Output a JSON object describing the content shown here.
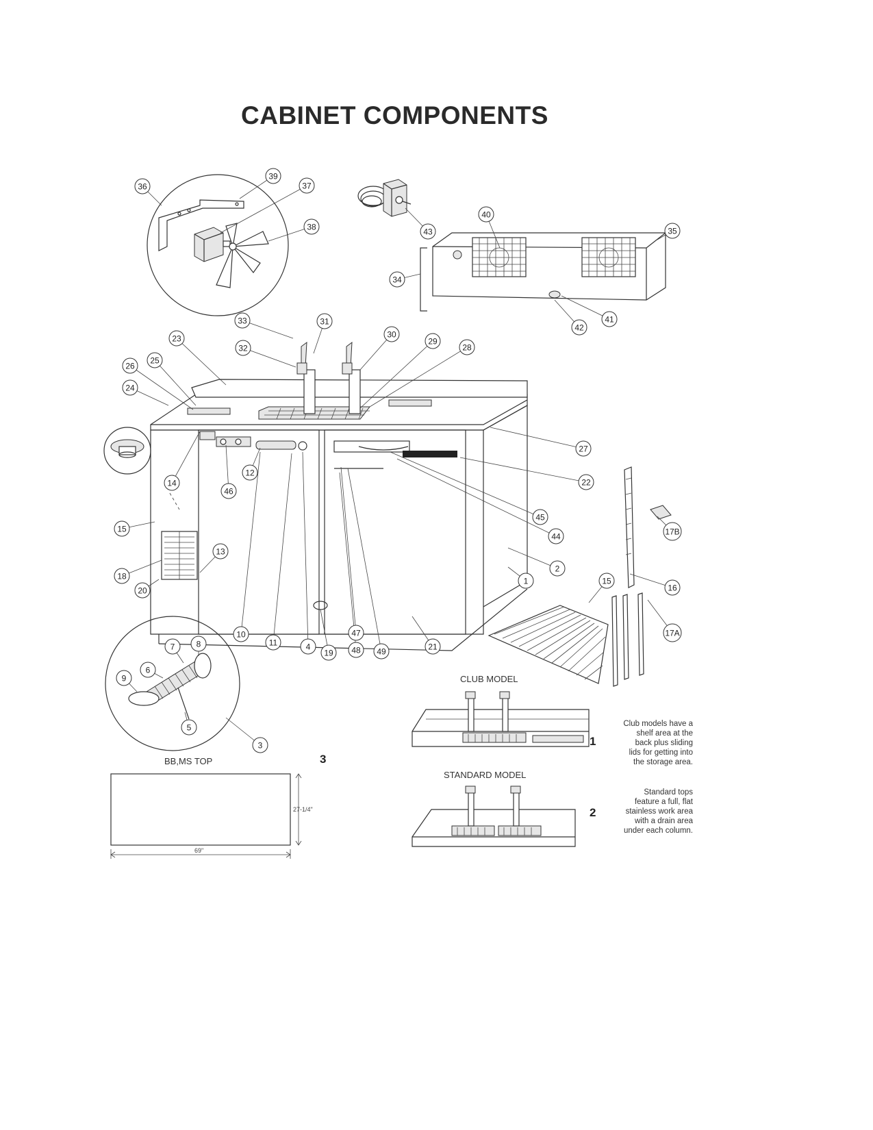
{
  "title": "CABINET COMPONENTS",
  "callouts": [
    "1",
    "2",
    "3",
    "4",
    "5",
    "6",
    "7",
    "8",
    "9",
    "10",
    "11",
    "12",
    "13",
    "14",
    "15",
    "15",
    "16",
    "17A",
    "17B",
    "18",
    "19",
    "20",
    "21",
    "22",
    "23",
    "24",
    "25",
    "26",
    "27",
    "28",
    "29",
    "30",
    "31",
    "32",
    "33",
    "34",
    "35",
    "36",
    "37",
    "38",
    "39",
    "40",
    "41",
    "42",
    "43",
    "44",
    "45",
    "46",
    "47",
    "48",
    "49"
  ],
  "inset_labels": {
    "club_model": "CLUB MODEL",
    "standard_model": "STANDARD MODEL",
    "top_label": "BB,MS TOP",
    "top_number": "3",
    "club_number": "1",
    "standard_number": "2",
    "dim_depth": "27-1/4\"",
    "dim_width": "69\""
  },
  "notes": {
    "club": [
      "Club models have a",
      "shelf area at the",
      "back plus sliding",
      "lids for getting into",
      "the storage area."
    ],
    "standard": [
      "Standard tops",
      "feature a full, flat",
      "stainless work area",
      "with a drain area",
      "under each column."
    ]
  }
}
